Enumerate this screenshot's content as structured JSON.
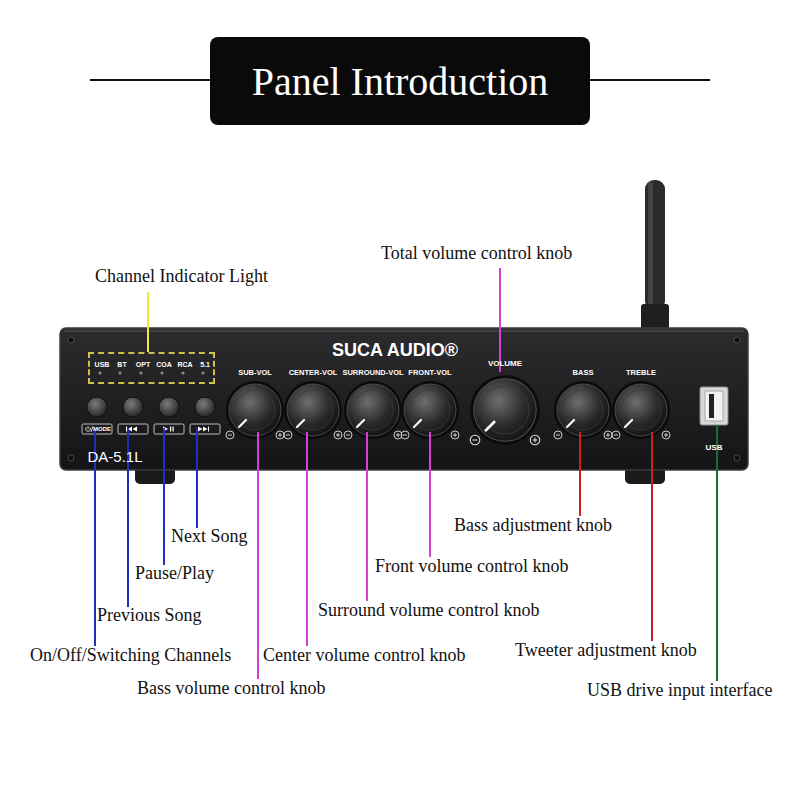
{
  "diagram": {
    "title": "Panel Introduction",
    "nodes": [
      {
        "text": [
          "SUCA AUDIO®",
          "SUB-VOL",
          "CENTER-VOL",
          "SURROUND-VOL",
          "FRONT-VOL",
          "VOLUME",
          "BASS",
          "TREBLE",
          "MODE",
          "DA-5.1L",
          "USB"
        ]
      },
      {
        "text": [
          "USB",
          "BT",
          "OPT",
          "COA",
          "RCA",
          "5.1"
        ],
        "in": 0
      }
    ],
    "labels": [
      "Channel Indicator Light",
      "Total volume control knob",
      "Next Song",
      "Pause/Play",
      "Previous Song",
      "On/Off/Switching Channels",
      "Bass volume control knob",
      "Center volume control knob",
      "Surround volume control knob",
      "Front volume control knob",
      "Bass adjustment knob",
      "Tweeter adjustment knob",
      "USB drive input interface"
    ]
  }
}
